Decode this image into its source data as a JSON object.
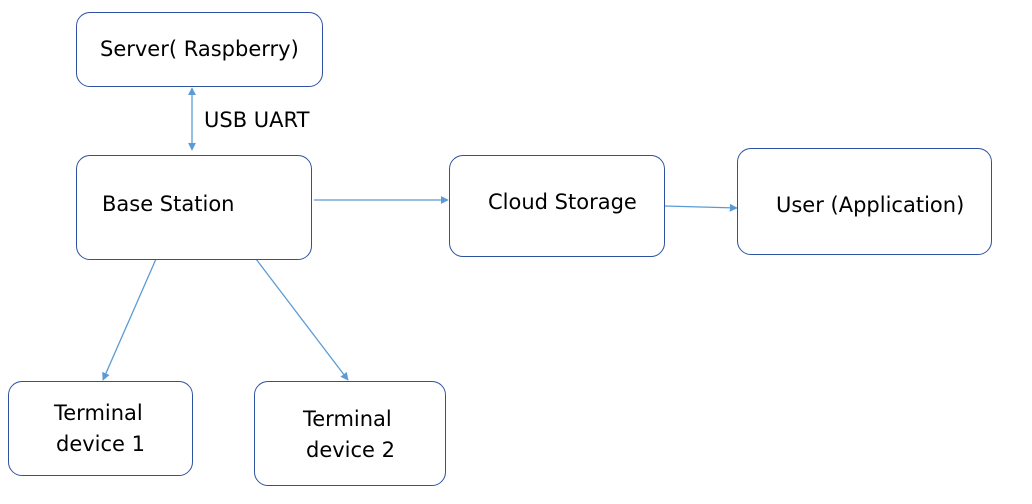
{
  "colors": {
    "box_border": "#2F52A0",
    "arrow": "#5B9BD5",
    "text": "#000000",
    "background": "#ffffff"
  },
  "nodes": {
    "server": {
      "label": "Server( Raspberry)"
    },
    "base_station": {
      "label": "Base Station"
    },
    "cloud_storage": {
      "label": "Cloud Storage"
    },
    "user_app": {
      "label": "User (Application)"
    },
    "terminal1": {
      "line1": "Terminal",
      "line2": "device 1"
    },
    "terminal2": {
      "line1": "Terminal",
      "line2": "device 2"
    }
  },
  "edges": {
    "server_base": {
      "label": "USB UART"
    }
  }
}
